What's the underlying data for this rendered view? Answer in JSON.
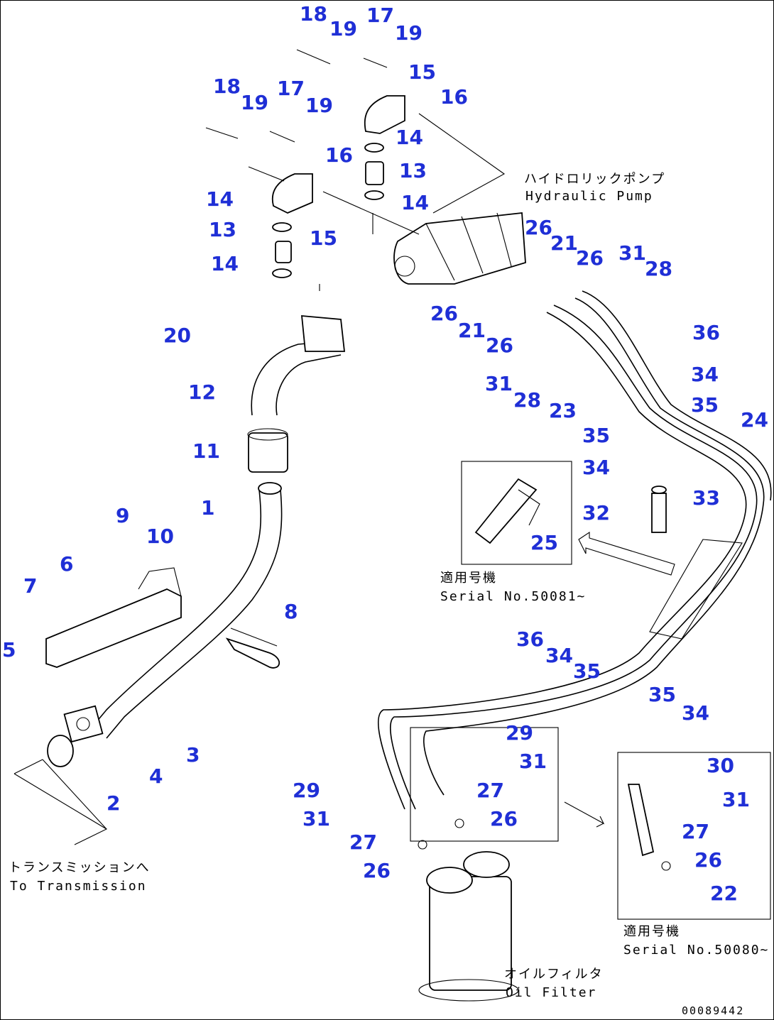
{
  "labels": [
    "1",
    "2",
    "3",
    "4",
    "5",
    "6",
    "7",
    "8",
    "9",
    "10",
    "11",
    "12",
    "13",
    "14",
    "15",
    "16",
    "17",
    "18",
    "19",
    "20",
    "21",
    "22",
    "23",
    "24",
    "25",
    "26",
    "27",
    "28",
    "29",
    "30",
    "31",
    "32",
    "33",
    "34",
    "35",
    "36"
  ],
  "captions": {
    "pump_jp": "ハイドロリックポンプ",
    "pump_en": "Hydraulic Pump",
    "trans_jp": "トランスミッションへ",
    "trans_en": "To Transmission",
    "serial_a_jp": "適用号機",
    "serial_a_en": "Serial No.50081~",
    "serial_b_jp": "適用号機",
    "serial_b_en": "Serial No.50080~",
    "filter_jp": "オイルフィルタ",
    "filter_en": "Oil Filter"
  },
  "drawing_code": "00089442",
  "colors": {
    "callout": "#1f2fd6",
    "line": "#000000"
  }
}
